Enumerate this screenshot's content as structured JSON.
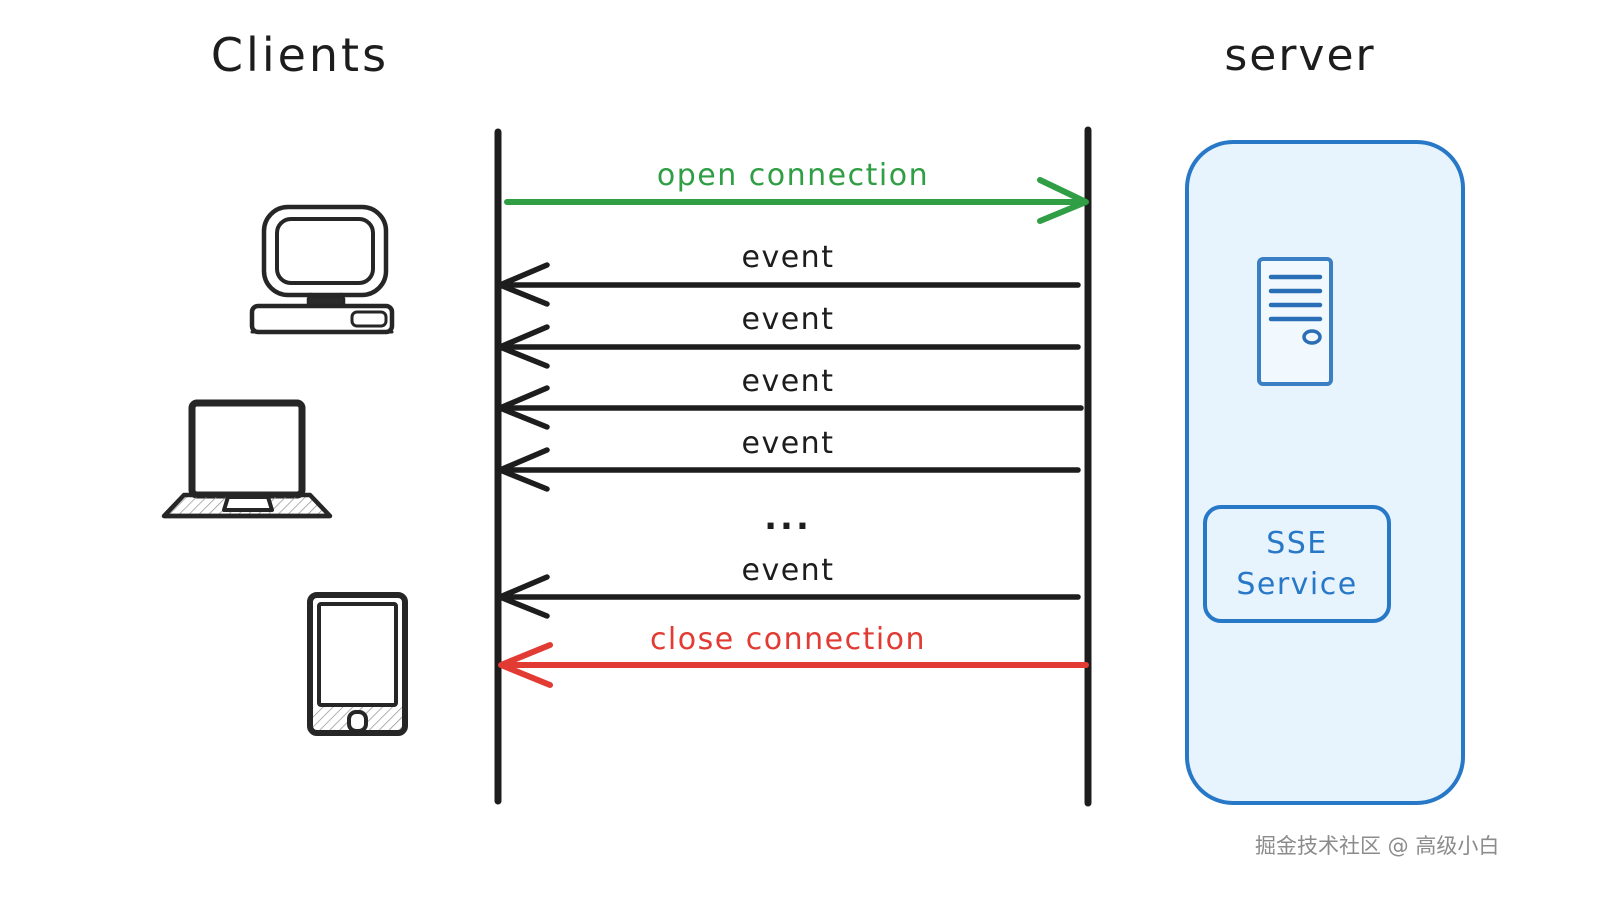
{
  "diagram": {
    "title_left": "Clients",
    "title_right": "server",
    "type": "sequence-diagram"
  },
  "clients": {
    "label": "Clients",
    "devices": [
      {
        "name": "desktop-computer-icon",
        "label": "desktop computer"
      },
      {
        "name": "laptop-icon",
        "label": "laptop"
      },
      {
        "name": "tablet-icon",
        "label": "tablet"
      }
    ]
  },
  "server": {
    "label": "server",
    "icon": "server-tower-icon",
    "panel_color": "#e7f3fd",
    "border_color": "#2878c8",
    "service_box": {
      "line1": "SSE",
      "line2": "Service"
    }
  },
  "messages": [
    {
      "id": "open-connection",
      "label": "open connection",
      "direction": "right",
      "color": "#2f9e44"
    },
    {
      "id": "event-1",
      "label": "event",
      "direction": "left",
      "color": "#1d1d1d"
    },
    {
      "id": "event-2",
      "label": "event",
      "direction": "left",
      "color": "#1d1d1d"
    },
    {
      "id": "event-3",
      "label": "event",
      "direction": "left",
      "color": "#1d1d1d"
    },
    {
      "id": "event-4",
      "label": "event",
      "direction": "left",
      "color": "#1d1d1d"
    },
    {
      "id": "ellipsis",
      "label": "...",
      "direction": "none",
      "color": "#1d1d1d"
    },
    {
      "id": "event-5",
      "label": "event",
      "direction": "left",
      "color": "#1d1d1d"
    },
    {
      "id": "close-connection",
      "label": "close connection",
      "direction": "left",
      "color": "#e23b34"
    }
  ],
  "watermark": {
    "text": "掘金技术社区 @ 高级小白"
  },
  "colors": {
    "green": "#2f9e44",
    "red": "#e23b34",
    "blue": "#2878c8",
    "blue_fill": "#e7f3fd",
    "ink": "#1d1d1d"
  }
}
